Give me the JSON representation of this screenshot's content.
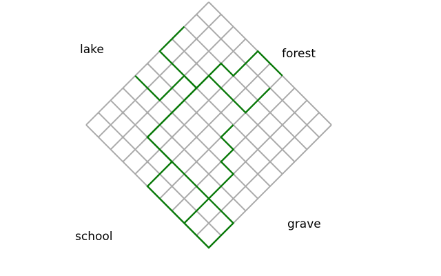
{
  "labels": {
    "top_left": "lake",
    "top_right": "forest",
    "bottom_left": "school",
    "bottom_right": "grave"
  },
  "colors": {
    "background": "#ffffff",
    "grid": "#aaaaaa",
    "path": "#0a7a0a",
    "text": "#000000"
  },
  "grid": {
    "rows": 10,
    "cols": 10
  },
  "paths": [
    {
      "name": "path-top",
      "cells": [
        [
          0,
          6
        ],
        [
          2,
          6
        ],
        [
          2,
          4
        ],
        [
          3,
          4
        ],
        [
          3,
          8
        ],
        [
          5,
          8
        ],
        [
          5,
          10
        ],
        [
          10,
          10
        ],
        [
          10,
          8
        ],
        [
          8,
          8
        ],
        [
          8,
          6
        ],
        [
          7,
          6
        ],
        [
          7,
          5
        ],
        [
          6,
          5
        ],
        [
          6,
          4
        ]
      ]
    },
    {
      "name": "path-left",
      "cells": [
        [
          6,
          0
        ],
        [
          4,
          0
        ],
        [
          4,
          2
        ],
        [
          3,
          2
        ],
        [
          3,
          4
        ],
        [
          0,
          4
        ],
        [
          0,
          2
        ]
      ]
    },
    {
      "name": "path-bottom",
      "cells": [
        [
          6,
          1
        ],
        [
          6,
          3
        ],
        [
          3,
          3
        ],
        [
          3,
          6
        ],
        [
          3,
          8
        ],
        [
          6,
          8
        ],
        [
          8,
          8
        ],
        [
          8,
          10
        ]
      ]
    }
  ]
}
